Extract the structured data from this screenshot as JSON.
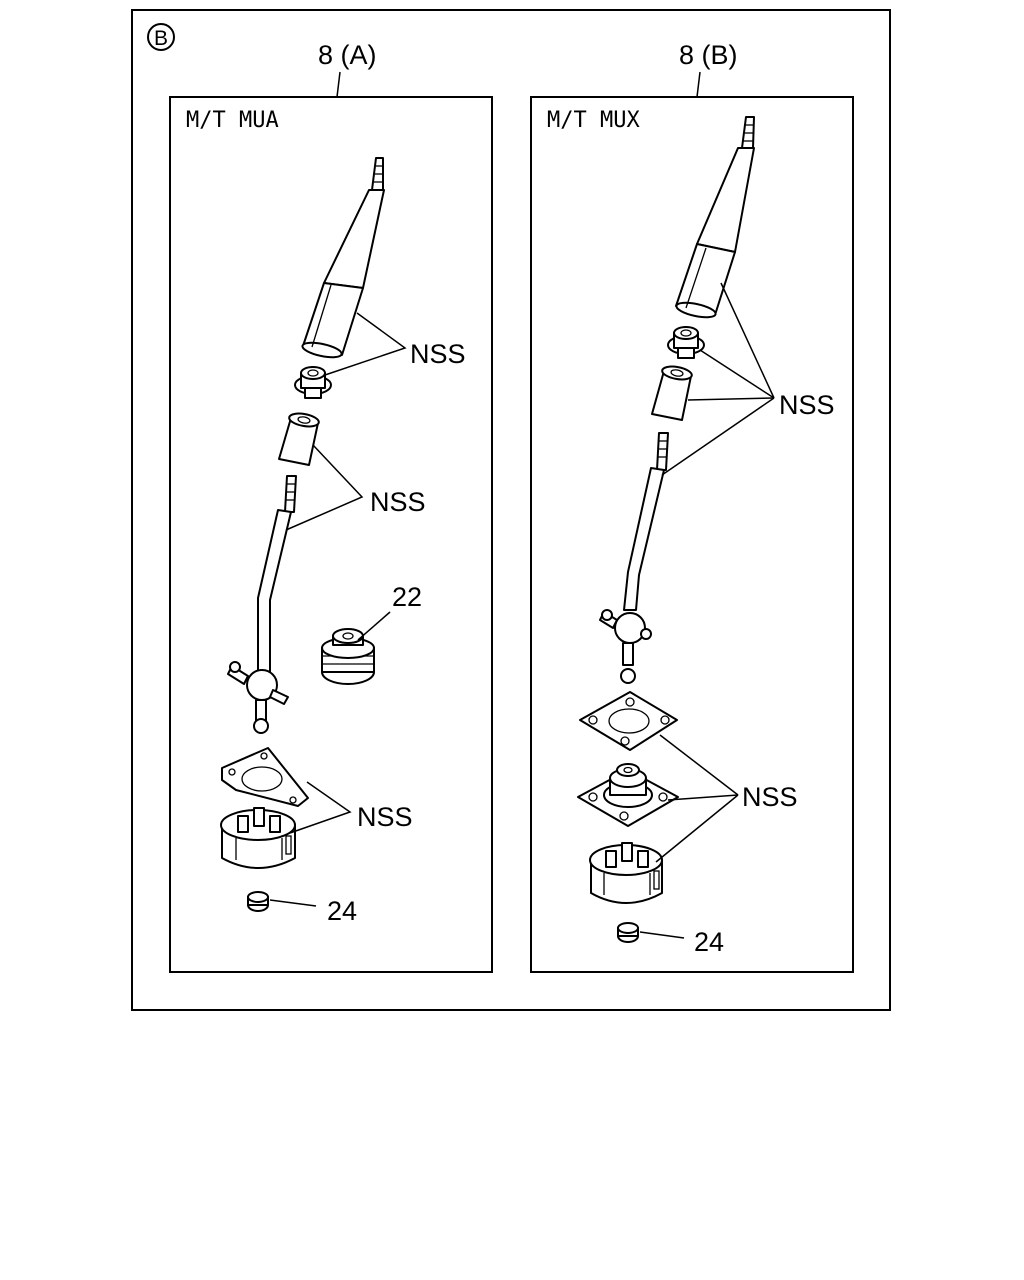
{
  "section_marker": "B",
  "panels": [
    {
      "part_ref": "8 (A)",
      "variant": "M/T MUA",
      "callouts": [
        "NSS",
        "NSS",
        "22",
        "NSS",
        "24"
      ]
    },
    {
      "part_ref": "8 (B)",
      "variant": "M/T MUX",
      "callouts": [
        "NSS",
        "NSS",
        "24"
      ]
    }
  ]
}
